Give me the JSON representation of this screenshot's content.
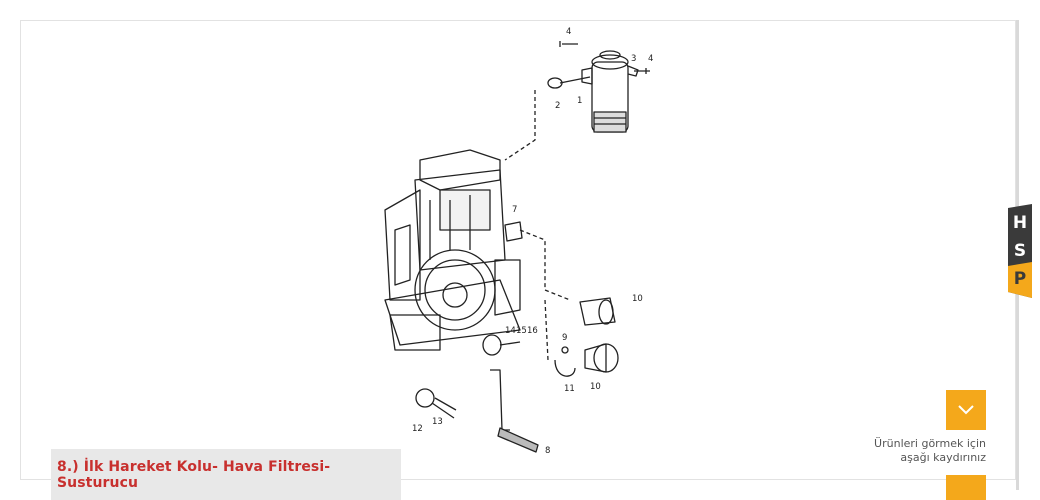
{
  "caption": {
    "title": "8.) İlk Hareket Kolu- Hava Filtresi- Susturucu"
  },
  "scroll_hint": {
    "line1": "Ürünleri görmek için",
    "line2": "aşağı kaydırınız",
    "icon": "chevron-down-icon"
  },
  "side_logo": {
    "letters": [
      "H",
      "S",
      "P"
    ]
  },
  "part_numbers": [
    "1",
    "2",
    "3",
    "4",
    "4",
    "7",
    "8",
    "9",
    "10",
    "10",
    "11",
    "12",
    "13",
    "14",
    "15",
    "16"
  ],
  "colors": {
    "accent": "#f4a81b",
    "caption_text": "#c8302e",
    "caption_bg": "#e8e8e8"
  }
}
